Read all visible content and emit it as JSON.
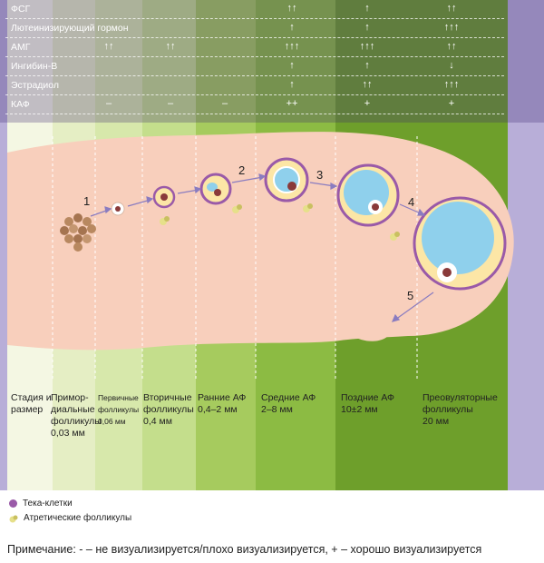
{
  "rows": [
    {
      "label": "ФСГ",
      "cells": [
        "",
        "",
        "",
        "↑↑",
        "↑",
        "↑↑"
      ]
    },
    {
      "label": "Лютеинизирующий гормон",
      "cells": [
        "",
        "",
        "",
        "↑",
        "↑",
        "↑↑↑"
      ]
    },
    {
      "label": "АМГ",
      "cells": [
        "↑↑",
        "↑↑",
        "",
        "↑↑↑",
        "↑↑↑",
        "↑↑"
      ]
    },
    {
      "label": "Ингибин-В",
      "cells": [
        "",
        "",
        "",
        "↑",
        "↑",
        "↓"
      ]
    },
    {
      "label": "Эстрадиол",
      "cells": [
        "",
        "",
        "",
        "↑",
        "↑↑",
        "↑↑↑"
      ]
    },
    {
      "label": "КАФ",
      "cells": [
        "–",
        "–",
        "–",
        "++",
        "+",
        "+"
      ]
    }
  ],
  "step_numbers": [
    "1",
    "2",
    "3",
    "4",
    "5"
  ],
  "stage_header": "Стадия и размер",
  "stages": [
    {
      "name": "Примор-диальные фолликулы",
      "size": "0,03 мм"
    },
    {
      "name": "Первичные фолликулы",
      "size": "0,06 мм"
    },
    {
      "name": "Вторичные фолликулы",
      "size": "0,4 мм"
    },
    {
      "name": "Ранние АФ",
      "size": "0,4–2 мм"
    },
    {
      "name": "Средние АФ",
      "size": "2–8 мм"
    },
    {
      "name": "Поздние АФ",
      "size": "10±2 мм"
    },
    {
      "name": "Преовуляторные фолликулы",
      "size": "20 мм"
    }
  ],
  "legend": {
    "theca": "Тека-клетки",
    "atretic": "Атретические фолликулы"
  },
  "note": "Примечание: - – не визуализируется/плохо визуализируется, + – хорошо визуализируется",
  "colors": {
    "lavender": "#b8aed8",
    "ovary": "#f8cfbc",
    "theca": "#9a5aa8",
    "antrum": "#8fd0ec",
    "arrow": "#8a7cc0"
  }
}
